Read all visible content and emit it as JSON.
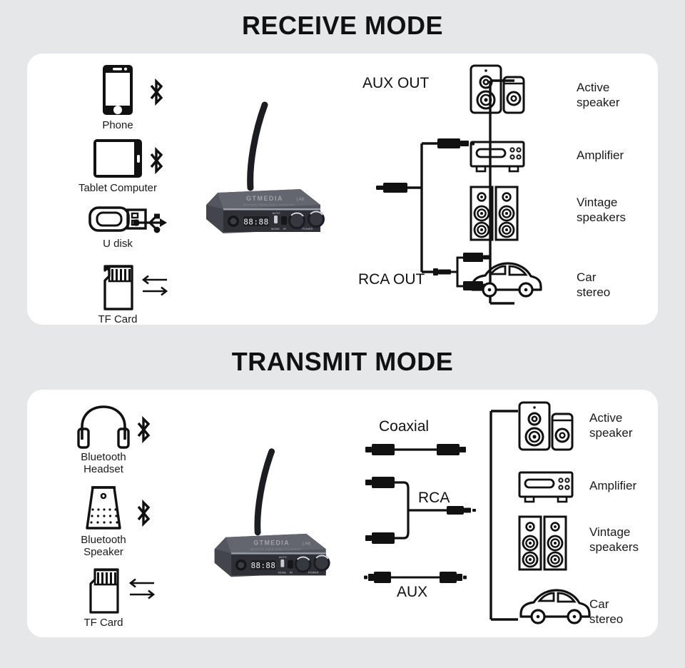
{
  "background_color": "#e6e7e9",
  "card_color": "#ffffff",
  "line_color": "#111111",
  "sections": [
    {
      "id": "receive",
      "title": "RECEIVE MODE",
      "sources": [
        {
          "label": "Phone",
          "icon": "phone-icon",
          "link": "bluetooth-icon"
        },
        {
          "label": "Tablet Computer",
          "icon": "tablet-icon",
          "link": "bluetooth-icon"
        },
        {
          "label": "U disk",
          "icon": "usb-flash-drive-icon",
          "link": "usb-icon"
        },
        {
          "label": "TF Card",
          "icon": "tf-card-icon",
          "link": "bidirectional-arrows-icon"
        }
      ],
      "device": {
        "brand": "GTMEDIA",
        "model": "A6",
        "subtitle": "Bluetooth Digital Audio Transceiver",
        "display": "88:88",
        "button_labels": [
          "MODE",
          "IR"
        ],
        "knob_labels": [
          "POWER"
        ],
        "auto_label": "AUTO"
      },
      "cables": [
        {
          "label": "AUX OUT",
          "type": "aux-cable"
        },
        {
          "label": "RCA OUT",
          "type": "rca-y-cable"
        }
      ],
      "outputs": [
        {
          "label": "Active speaker",
          "icon": "active-speaker-icon"
        },
        {
          "label": "Amplifier",
          "icon": "amplifier-icon"
        },
        {
          "label": "Vintage\nspeakers",
          "label_line1": "Vintage",
          "label_line2": "speakers",
          "icon": "vintage-speakers-icon"
        },
        {
          "label": "Car stereo",
          "icon": "car-icon"
        }
      ]
    },
    {
      "id": "transmit",
      "title": "TRANSMIT MODE",
      "sources": [
        {
          "label": "Bluetooth Headset",
          "label_line1": "Bluetooth",
          "label_line2": "Headset",
          "icon": "headphones-icon",
          "link": "bluetooth-icon"
        },
        {
          "label": "Bluetooth Speaker",
          "label_line1": "Bluetooth",
          "label_line2": "Speaker",
          "icon": "bluetooth-speaker-icon",
          "link": "bluetooth-icon"
        },
        {
          "label": "TF Card",
          "icon": "tf-card-icon",
          "link": "bidirectional-arrows-icon"
        }
      ],
      "device": {
        "brand": "GTMEDIA",
        "model": "A6",
        "subtitle": "Bluetooth Digital Audio Transceiver",
        "display": "88:88",
        "button_labels": [
          "MODE",
          "IR"
        ],
        "knob_labels": [
          "POWER"
        ],
        "auto_label": "AUTO"
      },
      "cables": [
        {
          "label": "Coaxial",
          "type": "coaxial-cable"
        },
        {
          "label": "RCA",
          "type": "rca-y-cable"
        },
        {
          "label": "AUX",
          "type": "aux-cable"
        }
      ],
      "outputs": [
        {
          "label": "Active speaker",
          "label_line1": "Active",
          "label_line2": "speaker",
          "icon": "active-speaker-icon"
        },
        {
          "label": "Amplifier",
          "icon": "amplifier-icon"
        },
        {
          "label": "Vintage speakers",
          "label_line1": "Vintage",
          "label_line2": "speakers",
          "icon": "vintage-speakers-icon"
        },
        {
          "label": "Car stereo",
          "icon": "car-icon"
        }
      ]
    }
  ]
}
